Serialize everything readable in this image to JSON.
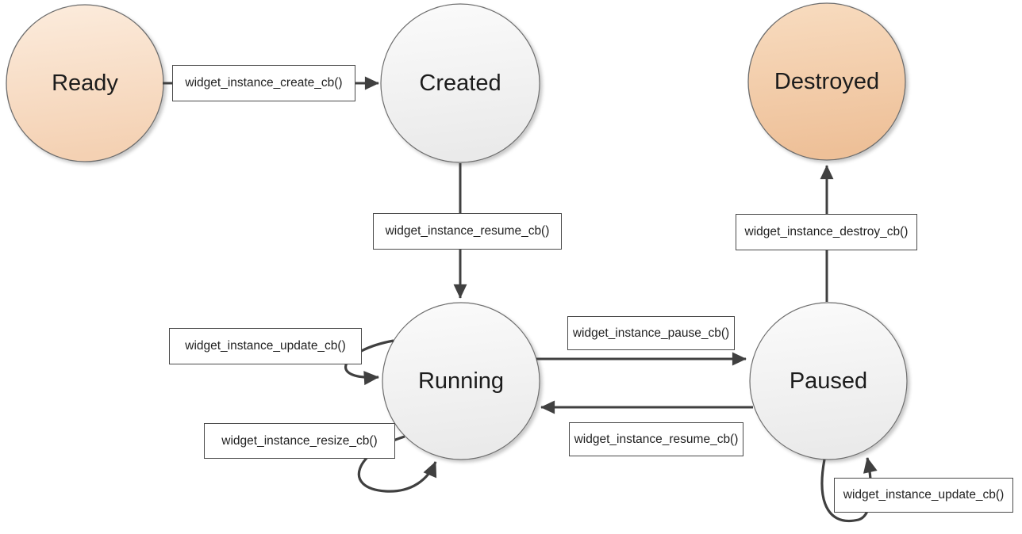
{
  "colors": {
    "background": "#ffffff",
    "connector": "#404040",
    "arrowhead": "#404040",
    "circle_border": "#6e6e6e",
    "box_border": "#4a4a4a",
    "box_fill": "#ffffff",
    "state_fill_top": "#fbfbfb",
    "state_fill_bottom": "#eaeaea",
    "ready_fill_top": "#fcecdd",
    "ready_fill_bottom": "#f4d1b3",
    "destroyed_fill_top": "#f8dcc0",
    "destroyed_fill_bottom": "#eec098",
    "text": "#1c1c1c"
  },
  "states": [
    {
      "id": "ready",
      "label": "Ready",
      "style": "peach-light"
    },
    {
      "id": "created",
      "label": "Created",
      "style": "plain"
    },
    {
      "id": "destroyed",
      "label": "Destroyed",
      "style": "peach-dark"
    },
    {
      "id": "running",
      "label": "Running",
      "style": "plain"
    },
    {
      "id": "paused",
      "label": "Paused",
      "style": "plain"
    }
  ],
  "transitions": [
    {
      "id": "create",
      "label": "widget_instance_create_cb()",
      "from": "Ready",
      "to": "Created"
    },
    {
      "id": "resume-created-running",
      "label": "widget_instance_resume_cb()",
      "from": "Created",
      "to": "Running"
    },
    {
      "id": "destroy",
      "label": "widget_instance_destroy_cb()",
      "from": "Paused",
      "to": "Destroyed"
    },
    {
      "id": "update-running",
      "label": "widget_instance_update_cb()",
      "from": "Running",
      "to": "Running"
    },
    {
      "id": "resize-running",
      "label": "widget_instance_resize_cb()",
      "from": "Running",
      "to": "Running"
    },
    {
      "id": "pause",
      "label": "widget_instance_pause_cb()",
      "from": "Running",
      "to": "Paused"
    },
    {
      "id": "resume-paused-running",
      "label": "widget_instance_resume_cb()",
      "from": "Paused",
      "to": "Running"
    },
    {
      "id": "update-paused",
      "label": "widget_instance_update_cb()",
      "from": "Paused",
      "to": "Paused"
    }
  ]
}
